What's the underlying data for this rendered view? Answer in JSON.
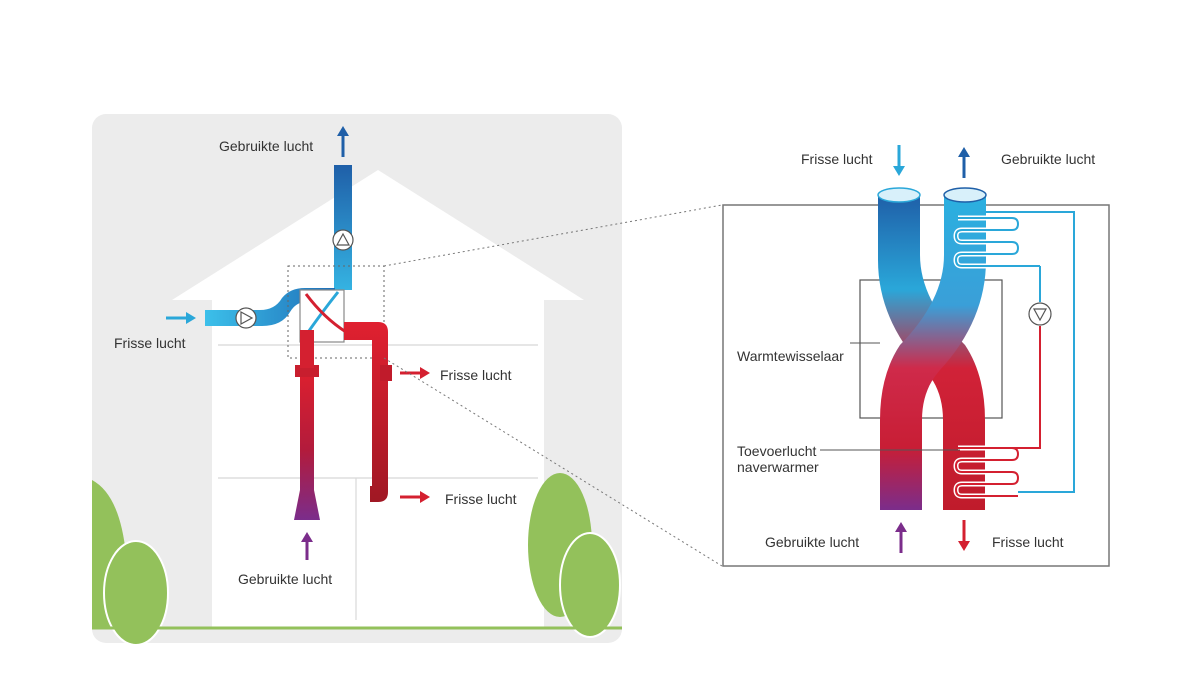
{
  "labels": {
    "house_exhaust_top": "Gebruikte lucht",
    "house_fresh_in": "Frisse lucht",
    "house_fresh_out_1": "Frisse lucht",
    "house_fresh_out_2": "Frisse lucht",
    "house_used_in": "Gebruikte lucht",
    "detail_fresh_in": "Frisse lucht",
    "detail_used_out": "Gebruikte lucht",
    "detail_exchanger": "Warmtewisselaar",
    "detail_postheater_line1": "Toevoerlucht",
    "detail_postheater_line2": "naverwarmer",
    "detail_used_in": "Gebruikte lucht",
    "detail_fresh_out": "Frisse lucht"
  },
  "icons": [
    "fan-icon",
    "fan-icon",
    "pump-icon",
    "arrow-icon"
  ],
  "colors": {
    "cold": "#2aa7d9",
    "cold_dark": "#1f5fa8",
    "warm": "#d42030",
    "dark_red": "#a01824",
    "purple": "#7b2d8b",
    "tree": "#93c15b",
    "panel": "#ececec",
    "house": "#ffffff",
    "border": "#666666"
  }
}
